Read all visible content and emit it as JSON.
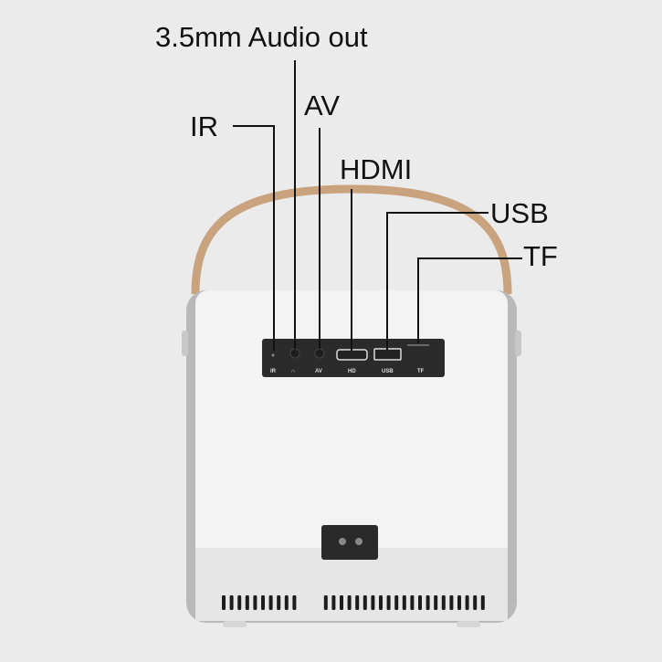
{
  "callouts": {
    "audio": "3.5mm Audio out",
    "av": "AV",
    "ir": "IR",
    "hdmi": "HDMI",
    "usb": "USB",
    "tf": "TF"
  },
  "panel_labels": {
    "ir": "IR",
    "av": "AV",
    "hdmi": "HD",
    "usb": "USB",
    "tf": "TF"
  },
  "colors": {
    "background": "#ebebeb",
    "handle": "#c9a27e",
    "panel": "#2b2b2b",
    "body": "#f2f2f2"
  }
}
